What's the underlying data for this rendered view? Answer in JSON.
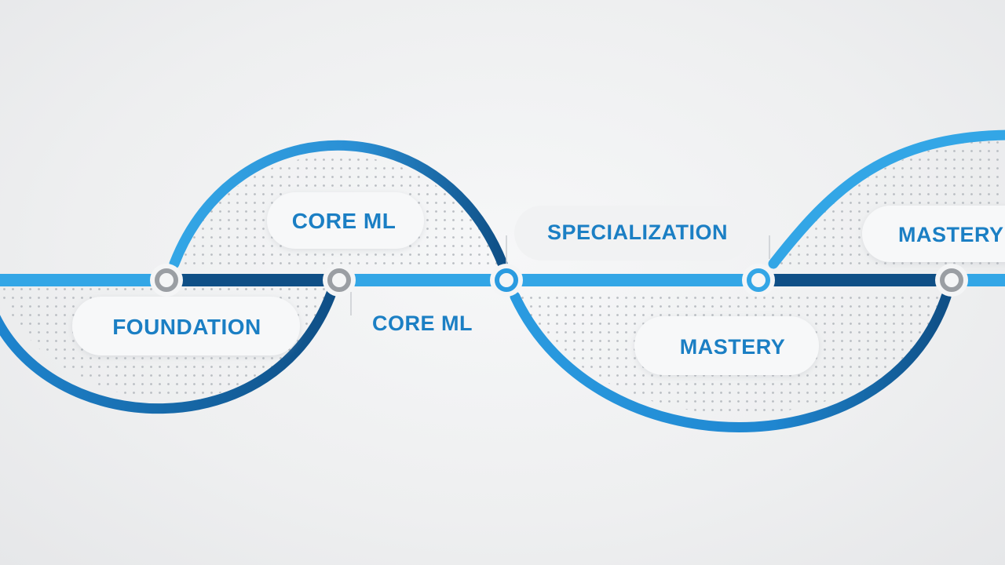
{
  "colors": {
    "light_blue": "#33a6e6",
    "dark_blue": "#0f4f86",
    "mid_blue": "#1f86d0",
    "text_blue": "#1b7fc4",
    "node_gray": "#9a9ea3",
    "background": "#eeeff0",
    "pill": "#f7f8f9"
  },
  "labels": {
    "foundation": "FOUNDATION",
    "core_ml_upper": "CORE ML",
    "core_ml_lower": "CORE ML",
    "specialization": "SPECIALIZATION",
    "mastery": "MASTERY",
    "mastery_right": "MASTERY"
  }
}
